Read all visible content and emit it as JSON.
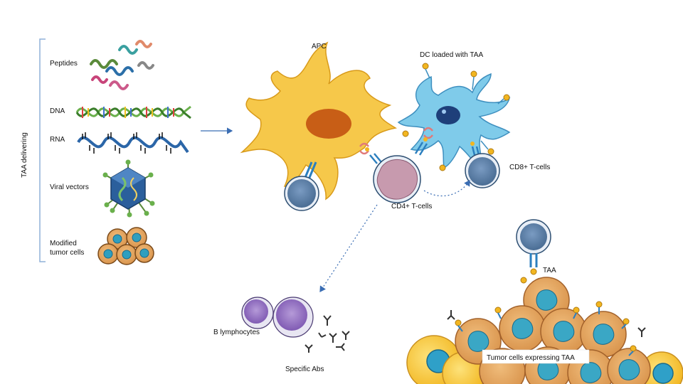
{
  "left_panel": {
    "bracket_title": "TAA delivering",
    "items": [
      "Peptides",
      "DNA",
      "RNA",
      "Viral vectors",
      "Modified tumor cells"
    ],
    "modified_line1": "Modified",
    "modified_line2": "tumor cells"
  },
  "cells": {
    "apc": "APC",
    "dc": "DC loaded with TAA",
    "cd8": "CD8+ T-cells",
    "cd4": "CD4+ T-cells",
    "b_lymphocytes": "B lymphocytes",
    "specific_abs": "Specific Abs",
    "taa": "TAA",
    "tumor": "Tumor cells expressing TAA"
  },
  "colors": {
    "apc": "#f6c84a",
    "apc_nucleus": "#c85e16",
    "dc": "#7fcbea",
    "dc_nucleus": "#1e3f7a",
    "tcell": "#5b7fa6",
    "cd4": "#c79aae",
    "bcell": "#8f6fbf",
    "tumor": "#e3a25c",
    "tumor_nucleus": "#3aa7c5",
    "arrow": "#3a6db3"
  }
}
